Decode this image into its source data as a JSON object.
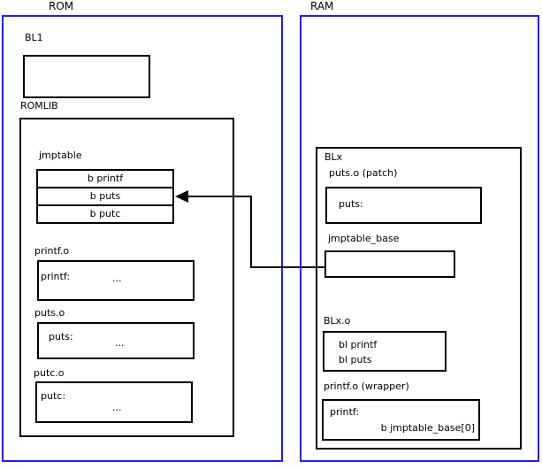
{
  "colors": {
    "frame_blue": "#2222dd",
    "line_black": "#000000",
    "background": "#ffffff"
  },
  "rom": {
    "title": "ROM",
    "bl1_label": "BL1",
    "romlib_label": "ROMLIB",
    "jmptable": {
      "label": "jmptable",
      "rows": [
        "b printf",
        "b puts",
        "b putc"
      ]
    },
    "printf_o": {
      "label": "printf.o",
      "symbol": "printf:",
      "dots": "..."
    },
    "puts_o": {
      "label": "puts.o",
      "symbol": "puts:",
      "dots": "..."
    },
    "putc_o": {
      "label": "putc.o",
      "symbol": "putc:",
      "dots": "..."
    }
  },
  "ram": {
    "title": "RAM",
    "blx_label": "BLx",
    "puts_patch": {
      "label": "puts.o (patch)",
      "symbol": "puts:"
    },
    "jmptable_base_label": "jmptable_base",
    "blx_o": {
      "label": "BLx.o",
      "line1": "bl printf",
      "line2": "bl puts"
    },
    "printf_wrapper": {
      "label": "printf.o (wrapper)",
      "symbol": "printf:",
      "instruction": "b jmptable_base[0]"
    }
  },
  "connection": {
    "from": "jmptable_base",
    "to": "b puts"
  }
}
